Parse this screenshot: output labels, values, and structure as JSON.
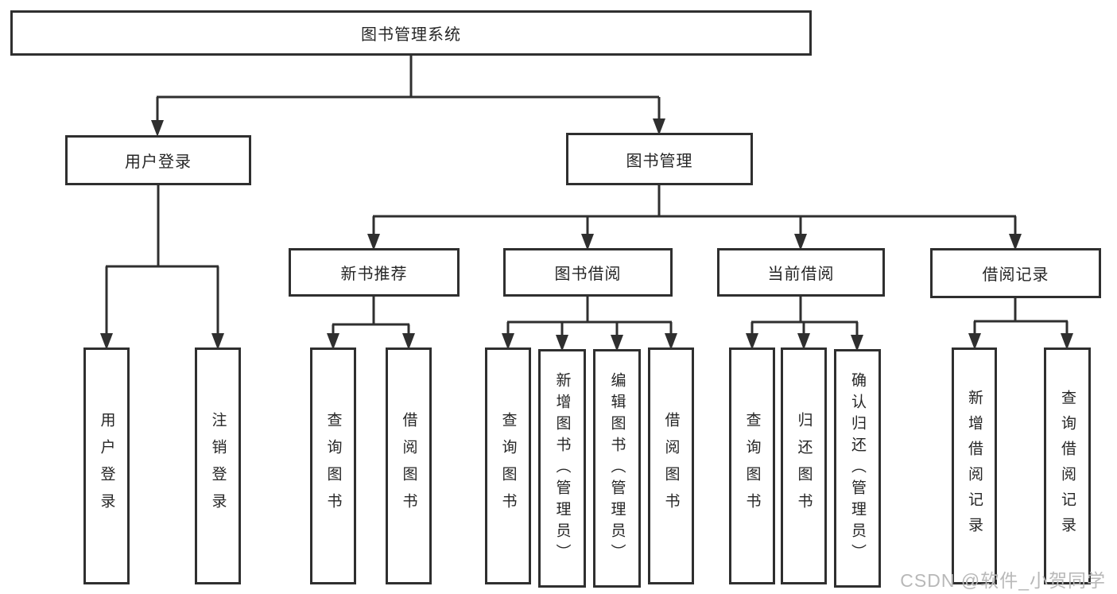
{
  "tree": {
    "label": "图书管理系统",
    "children": [
      {
        "label": "用户登录",
        "children": [
          {
            "label": "用户登录"
          },
          {
            "label": "注销登录"
          }
        ]
      },
      {
        "label": "图书管理",
        "children": [
          {
            "label": "新书推荐",
            "children": [
              {
                "label": "查询图书"
              },
              {
                "label": "借阅图书"
              }
            ]
          },
          {
            "label": "图书借阅",
            "children": [
              {
                "label": "查询图书"
              },
              {
                "label": "新增图书（管理员）"
              },
              {
                "label": "编辑图书（管理员）"
              },
              {
                "label": "借阅图书"
              }
            ]
          },
          {
            "label": "当前借阅",
            "children": [
              {
                "label": "查询图书"
              },
              {
                "label": "归还图书"
              },
              {
                "label": "确认归还（管理员）"
              }
            ]
          },
          {
            "label": "借阅记录",
            "children": [
              {
                "label": "新增借阅记录"
              },
              {
                "label": "查询借阅记录"
              }
            ]
          }
        ]
      }
    ]
  },
  "watermark": {
    "text": "CSDN @软件_小贺同学"
  },
  "colors": {
    "line": "#2f2f2f",
    "text": "#262626",
    "background": "#ffffff",
    "watermark": "#b8b8b8"
  }
}
